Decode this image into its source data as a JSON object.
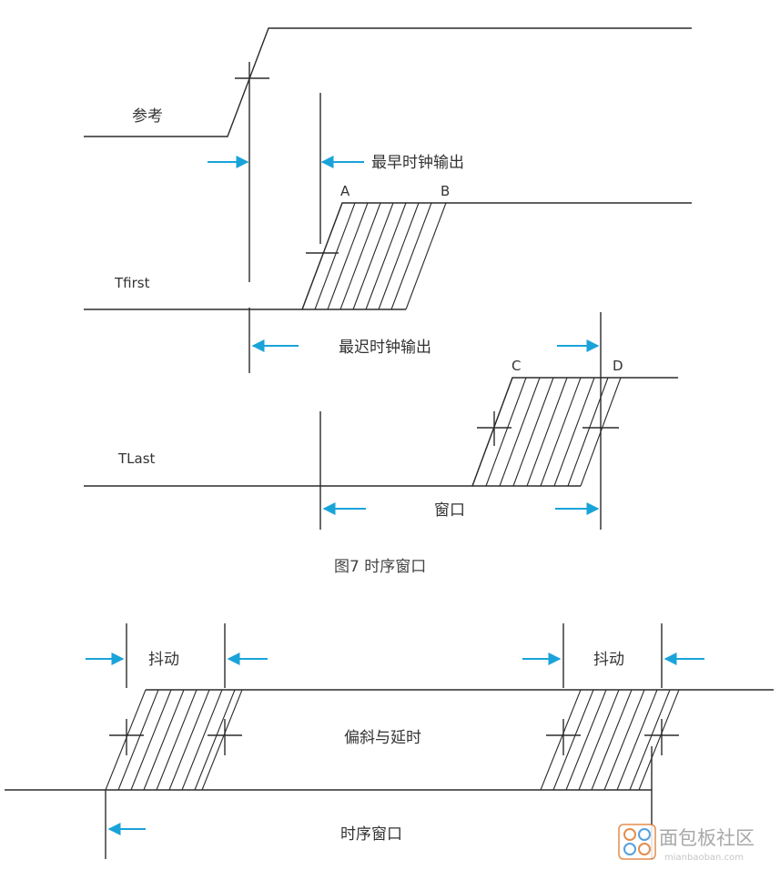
{
  "figure7": {
    "label_reference": "参考",
    "label_earliest_clock": "最早时钟输出",
    "label_latest_clock": "最迟时钟输出",
    "label_tfirst": "Tfirst",
    "label_tlast": "TLast",
    "point_a": "A",
    "point_b": "B",
    "point_c": "C",
    "point_d": "D",
    "label_window": "窗口",
    "caption": "图7 时序窗口"
  },
  "figure8": {
    "label_jitter_left": "抖动",
    "label_jitter_right": "抖动",
    "label_skew_delay": "偏斜与延时",
    "label_timing_window": "时序窗口"
  },
  "watermark": {
    "title": "面包板社区",
    "url": "mianbaoban.com"
  },
  "colors": {
    "arrow": "#1aa3d9",
    "line": "#2b2b2b"
  }
}
